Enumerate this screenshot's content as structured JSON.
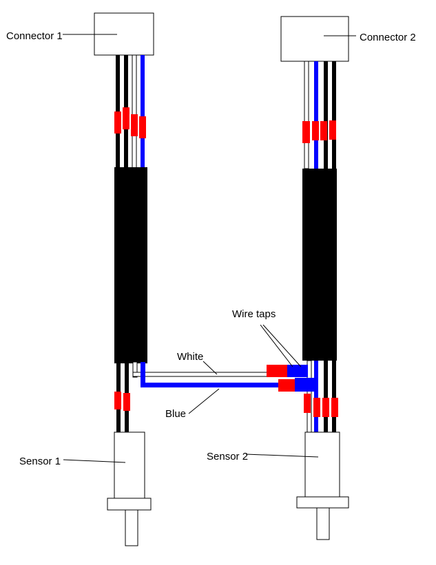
{
  "labels": {
    "connector1": "Connector 1",
    "connector2": "Connector 2",
    "sensor1": "Sensor 1",
    "sensor2": "Sensor 2",
    "wire_taps": "Wire taps",
    "white": "White",
    "blue": "Blue"
  },
  "colors": {
    "wire_black": "#000000",
    "wire_blue": "#0000ff",
    "wire_white": "#ffffff",
    "splice_red": "#ff0000",
    "sleeve": "#000000",
    "outline": "#000000",
    "background": "#ffffff"
  }
}
